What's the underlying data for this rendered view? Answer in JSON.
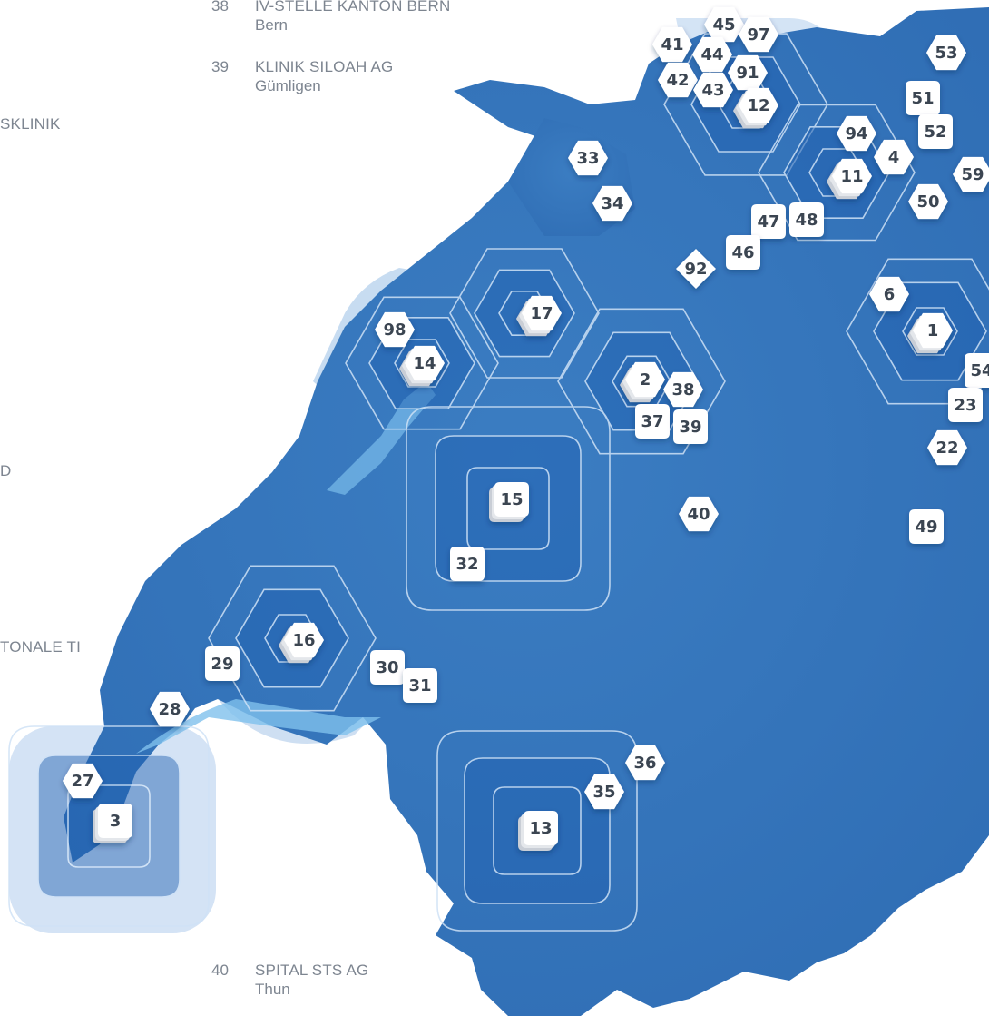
{
  "colors": {
    "map_fill": "#3f7fc1",
    "map_dark": "#1f5fae",
    "ring_stroke": "#cfe2f6",
    "marker_fill": "#ffffff",
    "marker_text": "#3a4451",
    "legend_text": "#7d8590"
  },
  "legend": [
    {
      "number": "38",
      "name": "IV-STELLE KANTON BERN",
      "city": "Bern"
    },
    {
      "number": "39",
      "name": "KLINIK SILOAH AG",
      "city": "Gümligen"
    },
    {
      "number": "40",
      "name": "SPITAL STS AG",
      "city": "Thun"
    }
  ],
  "edge_texts": [
    "SKLINIK",
    "D",
    "TONALE TI"
  ],
  "markers": [
    {
      "label": "45",
      "shape": "hex"
    },
    {
      "label": "97",
      "shape": "hex"
    },
    {
      "label": "41",
      "shape": "hex"
    },
    {
      "label": "44",
      "shape": "hex"
    },
    {
      "label": "91",
      "shape": "hex"
    },
    {
      "label": "42",
      "shape": "hex"
    },
    {
      "label": "43",
      "shape": "hex"
    },
    {
      "label": "12",
      "shape": "hex"
    },
    {
      "label": "53",
      "shape": "hex"
    },
    {
      "label": "51",
      "shape": "square"
    },
    {
      "label": "52",
      "shape": "square"
    },
    {
      "label": "94",
      "shape": "hex"
    },
    {
      "label": "4",
      "shape": "hex"
    },
    {
      "label": "59",
      "shape": "hex"
    },
    {
      "label": "11",
      "shape": "hex"
    },
    {
      "label": "50",
      "shape": "hex"
    },
    {
      "label": "33",
      "shape": "hex"
    },
    {
      "label": "34",
      "shape": "hex"
    },
    {
      "label": "47",
      "shape": "square"
    },
    {
      "label": "48",
      "shape": "square"
    },
    {
      "label": "46",
      "shape": "square"
    },
    {
      "label": "92",
      "shape": "diamond"
    },
    {
      "label": "6",
      "shape": "hex"
    },
    {
      "label": "1",
      "shape": "hex"
    },
    {
      "label": "54",
      "shape": "square"
    },
    {
      "label": "23",
      "shape": "square"
    },
    {
      "label": "22",
      "shape": "hex"
    },
    {
      "label": "17",
      "shape": "hex"
    },
    {
      "label": "98",
      "shape": "hex"
    },
    {
      "label": "14",
      "shape": "hex"
    },
    {
      "label": "2",
      "shape": "hex"
    },
    {
      "label": "38",
      "shape": "hex"
    },
    {
      "label": "37",
      "shape": "square"
    },
    {
      "label": "39",
      "shape": "square"
    },
    {
      "label": "15",
      "shape": "square"
    },
    {
      "label": "40",
      "shape": "hex"
    },
    {
      "label": "49",
      "shape": "square"
    },
    {
      "label": "32",
      "shape": "square"
    },
    {
      "label": "16",
      "shape": "hex"
    },
    {
      "label": "29",
      "shape": "square"
    },
    {
      "label": "30",
      "shape": "square"
    },
    {
      "label": "31",
      "shape": "square"
    },
    {
      "label": "28",
      "shape": "hex"
    },
    {
      "label": "27",
      "shape": "hex"
    },
    {
      "label": "3",
      "shape": "square"
    },
    {
      "label": "36",
      "shape": "hex"
    },
    {
      "label": "35",
      "shape": "hex"
    },
    {
      "label": "13",
      "shape": "square"
    }
  ]
}
